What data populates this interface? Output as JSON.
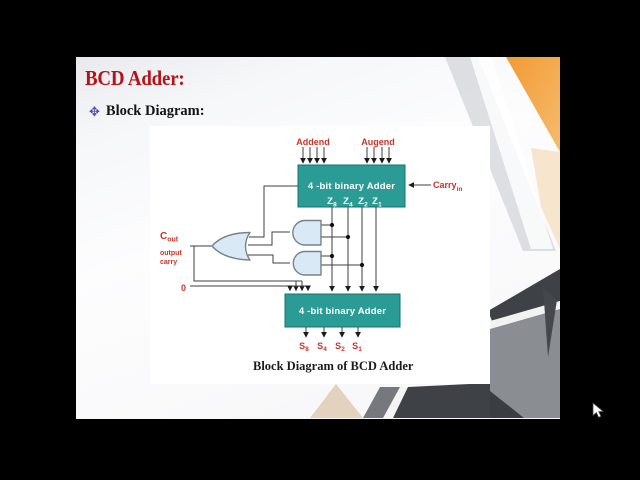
{
  "slide": {
    "title": "BCD Adder:",
    "bullet": {
      "glyph": "✥",
      "label": "Block Diagram:"
    }
  },
  "diagram": {
    "addend_label": "Addend",
    "augend_label": "Augend",
    "carry_in": {
      "base": "Carry",
      "sub": "in"
    },
    "adder_top_label": "4 -bit binary Adder",
    "adder_bottom_label": "4 -bit binary Adder",
    "z_labels": [
      {
        "base": "Z",
        "sub": "8"
      },
      {
        "base": "Z",
        "sub": "4"
      },
      {
        "base": "Z",
        "sub": "2"
      },
      {
        "base": "Z",
        "sub": "1"
      }
    ],
    "c_out": {
      "base": "C",
      "sub": "out"
    },
    "c_out_caption": {
      "line1": "output",
      "line2": "carry"
    },
    "zero_label": "0",
    "s_labels": [
      {
        "base": "S",
        "sub": "8"
      },
      {
        "base": "S",
        "sub": "4"
      },
      {
        "base": "S",
        "sub": "2"
      },
      {
        "base": "S",
        "sub": "1"
      }
    ],
    "caption": "Block Diagram of BCD Adder"
  },
  "colors": {
    "title_red": "#b51219",
    "label_red": "#c93428",
    "adder_box": "#2a9c95",
    "gate_fill": "#d9eaf6",
    "gate_stroke": "#76828b",
    "wire": "#3f3f3f",
    "accent_orange": "#f1952b",
    "deco_dark": "#3e4146",
    "deco_gray": "#8a8d92"
  },
  "cursor": {
    "icon": "mouse-arrow"
  }
}
